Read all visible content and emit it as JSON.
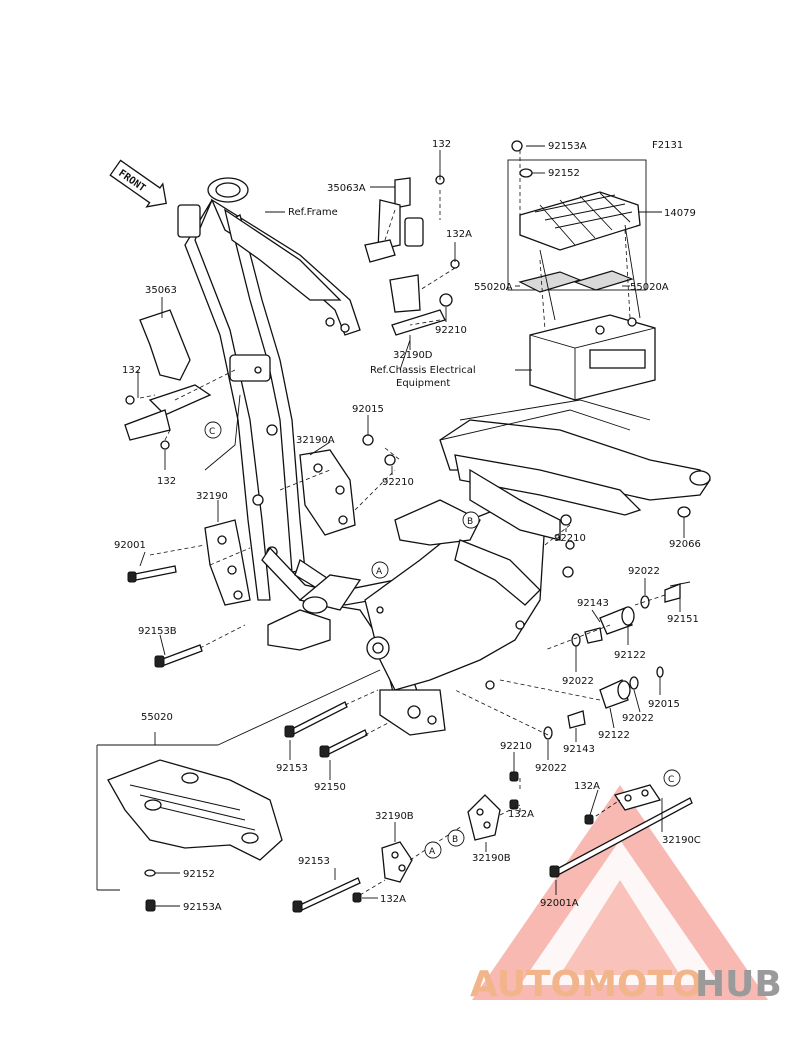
{
  "diagram_code": "F2131",
  "front_label": "FRONT",
  "callouts": {
    "c_132_top": "132",
    "c_35063A": "35063A",
    "c_ref_frame": "Ref.Frame",
    "c_132A_top": "132A",
    "c_92153A_top": "92153A",
    "c_92152_top": "92152",
    "c_14079": "14079",
    "c_55020A_left": "55020A",
    "c_55020A_right": "55020A",
    "c_92210_top": "92210",
    "c_32190D": "32190D",
    "c_ref_chassis_1": "Ref.Chassis Electrical",
    "c_ref_chassis_2": "Equipment",
    "c_35063": "35063",
    "c_132_left": "132",
    "c_132_bottom": "132",
    "c_92015_top": "92015",
    "c_32190A": "32190A",
    "c_92210_mid": "92210",
    "c_32190": "32190",
    "c_92001": "92001",
    "c_92210_right": "92210",
    "c_92066": "92066",
    "c_92022_a": "92022",
    "c_92151": "92151",
    "c_92143_a": "92143",
    "c_92122_a": "92122",
    "c_92022_b": "92022",
    "c_92153B": "92153B",
    "c_92022_c": "92022",
    "c_92015_bottom": "92015",
    "c_92122_b": "92122",
    "c_92143_b": "92143",
    "c_92022_d": "92022",
    "c_55020": "55020",
    "c_92153_left": "92153",
    "c_92150": "92150",
    "c_92210_bottom": "92210",
    "c_132A_right": "132A",
    "c_32190C": "32190C",
    "c_32190B_top": "32190B",
    "c_132A_mid": "132A",
    "c_32190B_bottom": "32190B",
    "c_92152_bottom": "92152",
    "c_92153A_bottom": "92153A",
    "c_92153_bottom": "92153",
    "c_132A_bottom": "132A",
    "c_92001A": "92001A"
  },
  "ref_letters": {
    "A": "A",
    "B": "B",
    "C": "C"
  },
  "watermark": {
    "part1": "AUTOMOTO",
    "part2": "HUB",
    "triangle_color": "#e8483c",
    "text_color_1": "#f2b48a",
    "text_color_2": "#9a9a9a"
  }
}
